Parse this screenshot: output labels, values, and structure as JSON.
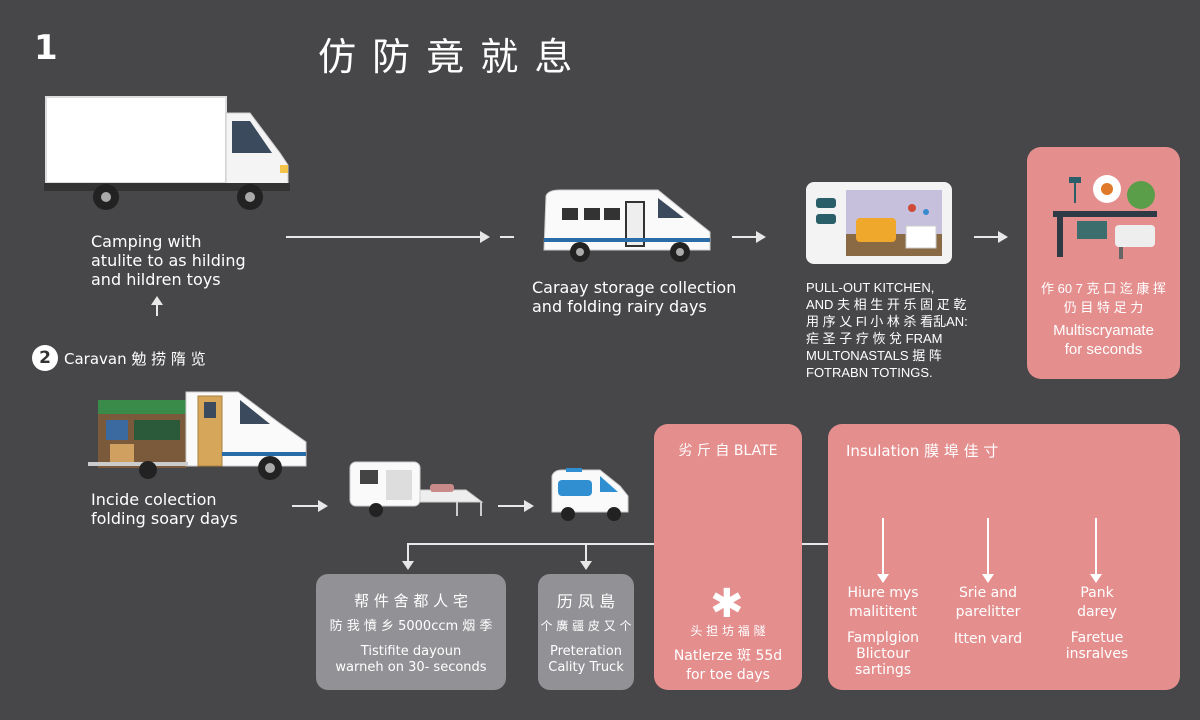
{
  "header": {
    "step": "1",
    "title": "仿 防 竟 就 息"
  },
  "row1": {
    "box_truck_caption": [
      "Camping with",
      "atulite to as hilding",
      "and hildren toys"
    ],
    "camper_caption": [
      "Caraay storage collection",
      "and folding rairy days"
    ],
    "kitchen_caption": [
      "PULL-OUT KITCHEN,",
      "AND  夫 相 生 开 乐 固 疋 乾",
      "用 序 乂 Fl 小 林 杀 看乱AN:",
      "疟 圣 子 疗 恢 兌 FRAM",
      "MULTONASTALS 据 阵",
      "FOTRABN TOTINGS."
    ],
    "pink_card": [
      "作 60 7 克 口 迄 康 挥",
      "仍 目 特 足 力",
      "Multiscryamate",
      "for seconds"
    ]
  },
  "row2": {
    "badge": "2",
    "caption": "Caravan 勉 捞 隋 览",
    "inside_caption": [
      "Incide colection",
      "folding soary days"
    ]
  },
  "cards": {
    "gray1": [
      "帮 件 舍 都 人 宅",
      "防 我 憤 乡 5000ccm 烟 季",
      "Tistifite dayoun",
      "warneh on 30- seconds"
    ],
    "gray2": [
      "历 凤 島",
      "个 廣 疆 皮 又 个",
      "Preteration",
      "Cality Truck"
    ],
    "slate": {
      "title": "劣 斤 自 BLATE",
      "lines": [
        "头 担 坊 福 隧",
        "Natlerze 斑 55d",
        "for toe days"
      ]
    },
    "insulation": {
      "title": "Insulation 膜 埠 佳 寸",
      "col1": [
        "Hiure mys",
        "malititent",
        "Famplgion",
        "Blictour",
        "sartings"
      ],
      "col2": [
        "Srie and",
        "parelitter",
        "Itten vard"
      ],
      "col3": [
        "Pank",
        "darey",
        "Faretue",
        "insralves"
      ]
    }
  },
  "colors": {
    "background": "#47474a",
    "pink": "#e58e8e",
    "gray_card": "#929296",
    "line": "#e8e8e8"
  }
}
